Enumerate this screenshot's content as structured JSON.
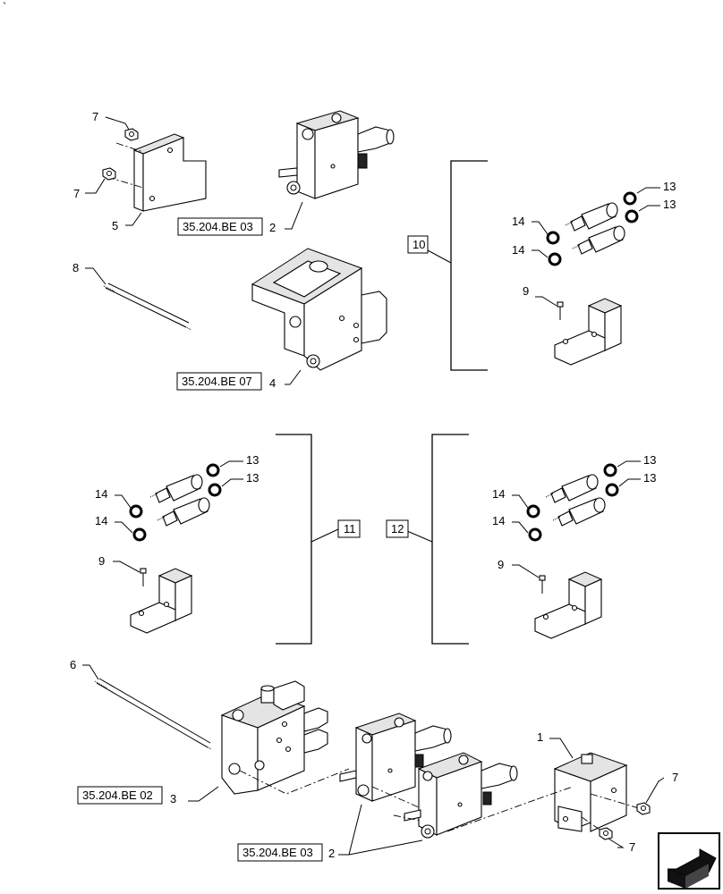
{
  "corner_mark": "`",
  "callouts": {
    "c1": "1",
    "c2a": "2",
    "c2b": "2",
    "c3": "3",
    "c4": "4",
    "c5": "5",
    "c6": "6",
    "c7a": "7",
    "c7b": "7",
    "c7c": "7",
    "c7d": "7",
    "c8": "8",
    "c9a": "9",
    "c9b": "9",
    "c9c": "9",
    "c10": "10",
    "c11": "11",
    "c12": "12",
    "c13": "13",
    "c14": "14"
  },
  "references": {
    "ref_a": "35.204.BE 03",
    "ref_b": "35.204.BE 07",
    "ref_c": "35.204.BE 02",
    "ref_d": "35.204.BE 03"
  },
  "nav_icon": "next-page-arrow-icon"
}
